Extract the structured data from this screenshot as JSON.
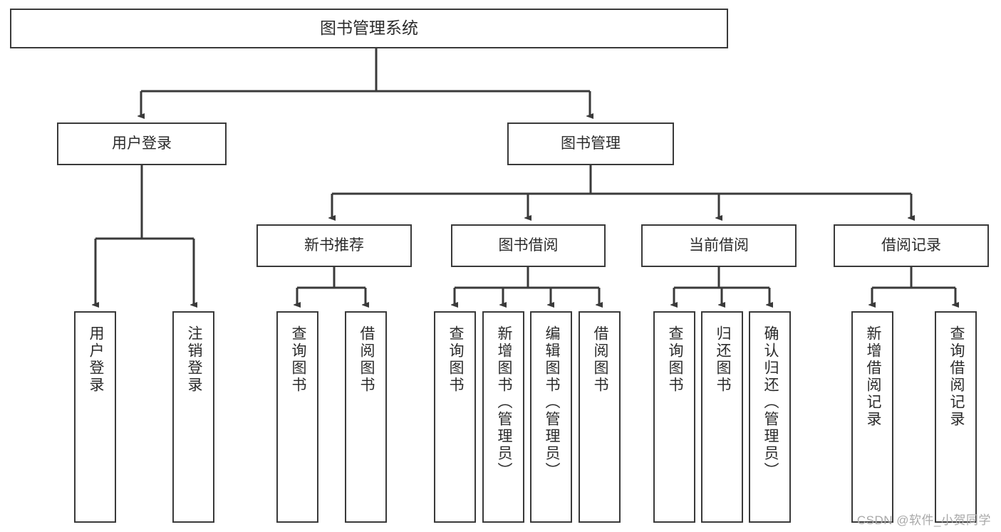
{
  "diagram": {
    "title": "图书管理系统",
    "type": "tree",
    "root": {
      "label": "图书管理系统",
      "children": [
        {
          "label": "用户登录",
          "children": [
            {
              "label": "用户登录"
            },
            {
              "label": "注销登录"
            }
          ]
        },
        {
          "label": "图书管理",
          "children": [
            {
              "label": "新书推荐",
              "children": [
                {
                  "label": "查询图书"
                },
                {
                  "label": "借阅图书"
                }
              ]
            },
            {
              "label": "图书借阅",
              "children": [
                {
                  "label": "查询图书"
                },
                {
                  "label": "新增图书（管理员）"
                },
                {
                  "label": "编辑图书（管理员）"
                },
                {
                  "label": "借阅图书"
                }
              ]
            },
            {
              "label": "当前借阅",
              "children": [
                {
                  "label": "查询图书"
                },
                {
                  "label": "归还图书"
                },
                {
                  "label": "确认归还（管理员）"
                }
              ]
            },
            {
              "label": "借阅记录",
              "children": [
                {
                  "label": "新增借阅记录"
                },
                {
                  "label": "查询借阅记录"
                }
              ]
            }
          ]
        }
      ]
    }
  },
  "watermark": {
    "text": "CSDN @软件_小贺同学"
  },
  "colors": {
    "border": "#3a3a3a",
    "text": "#2b2b2b",
    "background": "#ffffff",
    "watermark": "#a8a8a8"
  }
}
